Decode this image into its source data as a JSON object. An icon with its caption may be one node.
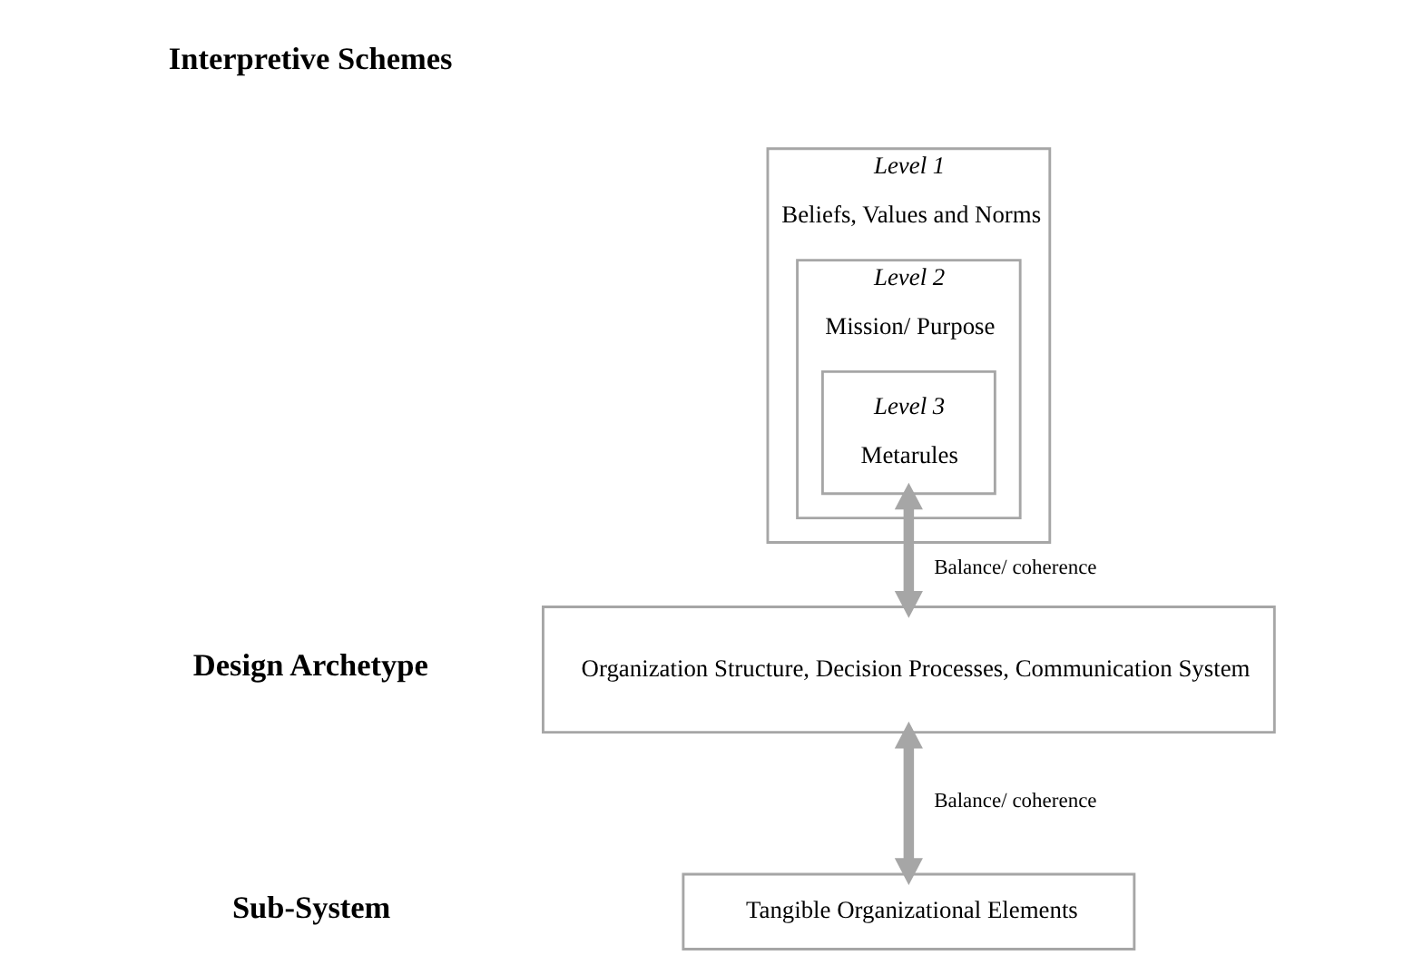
{
  "diagram": {
    "nodes": [
      {
        "text": [
          "Level 1",
          "Beliefs, Values and Norms"
        ]
      },
      {
        "text": [
          "Level 2",
          "Mission/ Purpose"
        ],
        "in": 0
      },
      {
        "text": [
          "Level 3",
          "Metarules"
        ],
        "in": 1
      },
      {
        "text": [
          "Organization Structure, Decision Processes, Communication System"
        ]
      },
      {
        "text": [
          "Tangible Organizational Elements"
        ]
      }
    ],
    "edges": [
      {
        "from": 2,
        "to": 3,
        "arrow": "both",
        "label": "Balance/ coherence"
      },
      {
        "from": 3,
        "to": 4,
        "arrow": "both",
        "label": "Balance/ coherence"
      }
    ],
    "labels": [
      "Interpretive Schemes",
      "Design Archetype",
      "Sub-System"
    ]
  }
}
